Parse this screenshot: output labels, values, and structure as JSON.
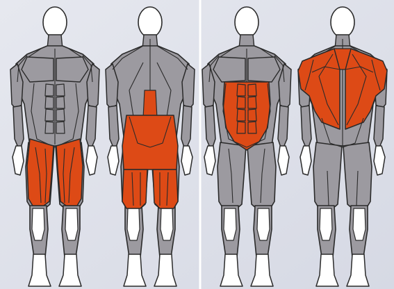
{
  "figures": [
    {
      "view": "front",
      "highlight": "thighs"
    },
    {
      "view": "back",
      "highlight": "lower-back-glutes-hamstrings"
    },
    {
      "view": "front",
      "highlight": "abdominals"
    },
    {
      "view": "back",
      "highlight": "upper-back-shoulders"
    }
  ],
  "colors": {
    "background": "#dfe2ec",
    "muscle": "#9c9aa0",
    "outline": "#2a2a2a",
    "skin": "#ffffff",
    "highlight": "#dd4a16"
  }
}
